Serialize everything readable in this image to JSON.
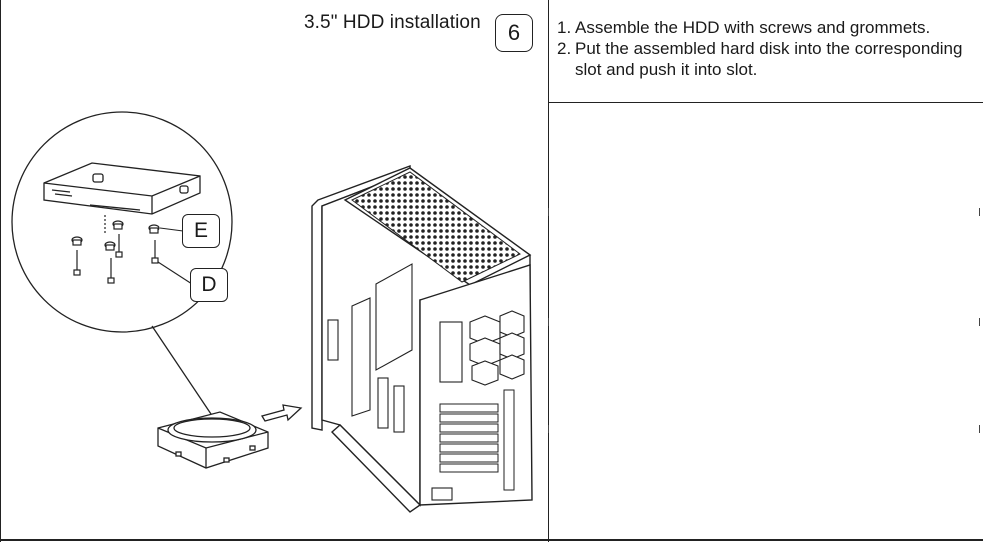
{
  "header": {
    "title": "3.5\" HDD installation",
    "step_number": "6"
  },
  "instructions": [
    {
      "num": "1.",
      "text": "Assemble the HDD with screws and grommets."
    },
    {
      "num": "2.",
      "text": "Put the assembled hard disk into the corresponding slot and push it into slot."
    }
  ],
  "callouts": {
    "grommet_label": "E",
    "screw_label": "D"
  }
}
